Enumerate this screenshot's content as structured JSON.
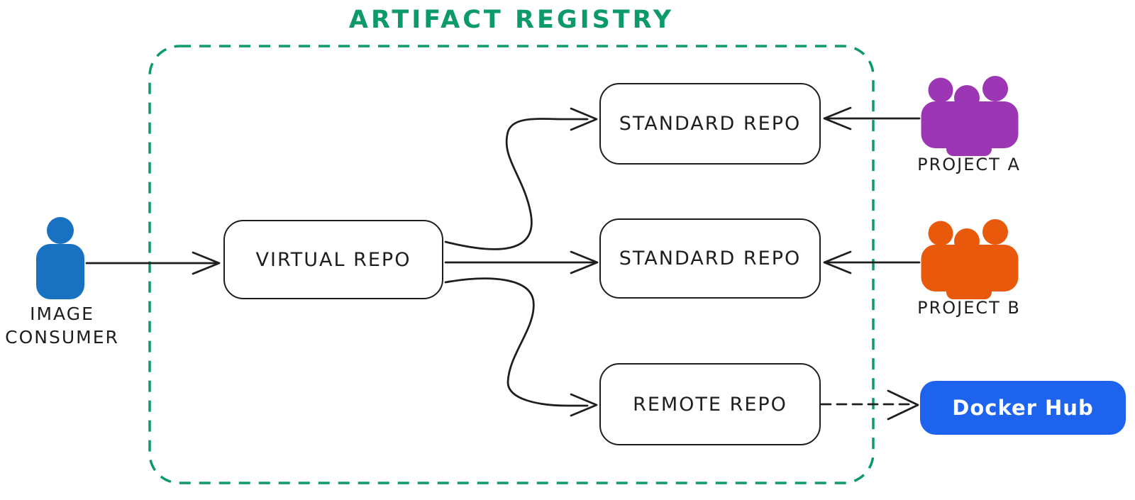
{
  "title": "ARTIFACT REGISTRY",
  "boundary": {
    "label": "Artifact Registry dashed boundary",
    "style": "dashed-rounded-rect",
    "color": "#0b9a68"
  },
  "nodes": {
    "virtual_repo": {
      "label": "VIRTUAL REPO"
    },
    "standard_repo_top": {
      "label": "STANDARD REPO"
    },
    "standard_repo_mid": {
      "label": "STANDARD REPO"
    },
    "remote_repo": {
      "label": "REMOTE REPO"
    },
    "docker_hub": {
      "label": "Docker Hub",
      "fill": "#1d63ed",
      "text_color": "#ffffff"
    }
  },
  "actors": {
    "image_consumer": {
      "label_line1": "IMAGE",
      "label_line2": "CONSUMER",
      "color": "#1971c2",
      "icon": "person-icon"
    },
    "project_a": {
      "label": "PROJECT A",
      "color": "#9c36b5",
      "icon": "people-group-icon"
    },
    "project_b": {
      "label": "PROJECT B",
      "color": "#e8590c",
      "icon": "people-group-icon"
    }
  },
  "edges": [
    {
      "from": "image_consumer",
      "to": "virtual_repo",
      "style": "solid",
      "shape": "straight-arrow"
    },
    {
      "from": "virtual_repo",
      "to": "standard_repo_top",
      "style": "solid",
      "shape": "s-curve-arrow"
    },
    {
      "from": "virtual_repo",
      "to": "standard_repo_mid",
      "style": "solid",
      "shape": "straight-arrow"
    },
    {
      "from": "virtual_repo",
      "to": "remote_repo",
      "style": "solid",
      "shape": "s-curve-arrow"
    },
    {
      "from": "project_a",
      "to": "standard_repo_top",
      "style": "solid",
      "shape": "straight-arrow"
    },
    {
      "from": "project_b",
      "to": "standard_repo_mid",
      "style": "solid",
      "shape": "straight-arrow"
    },
    {
      "from": "remote_repo",
      "to": "docker_hub",
      "style": "dashed",
      "shape": "straight-arrow"
    }
  ],
  "colors": {
    "stroke": "#1e1e1e",
    "boundary_green": "#0b9a68",
    "docker_blue": "#1d63ed",
    "consumer_blue": "#1971c2",
    "project_a_purple": "#9c36b5",
    "project_b_orange": "#e8590c",
    "background": "#ffffff"
  }
}
